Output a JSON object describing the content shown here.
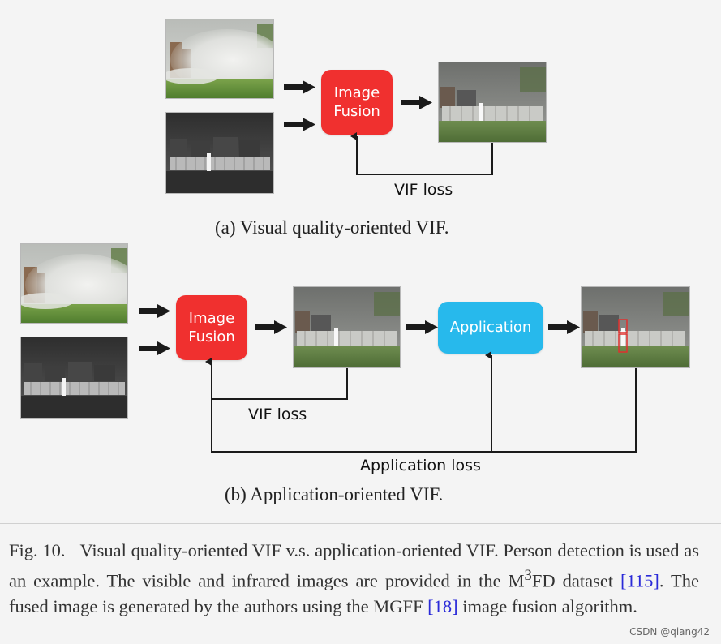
{
  "diagram_a": {
    "fusion_label_line1": "Image",
    "fusion_label_line2": "Fusion",
    "loss_label": "VIF loss",
    "subcaption": "(a) Visual quality-oriented VIF."
  },
  "diagram_b": {
    "fusion_label_line1": "Image",
    "fusion_label_line2": "Fusion",
    "application_label": "Application",
    "vif_loss_label": "VIF loss",
    "application_loss_label": "Application loss",
    "subcaption": "(b) Application-oriented VIF."
  },
  "caption": {
    "fig_label": "Fig. 10.",
    "text_1": "Visual quality-oriented VIF v.s. application-oriented VIF. Person detection is used as an example. The visible and infrared images are provided in the M",
    "superscript": "3",
    "text_2": "FD dataset ",
    "ref_1": "[115]",
    "text_3": ". The fused image is generated by the authors using the MGFF ",
    "ref_2": "[18]",
    "text_4": " image fusion algorithm."
  },
  "watermark": "CSDN @qiang42",
  "colors": {
    "fusion_box": "#f0302f",
    "application_box": "#27b9ec",
    "reference_link": "#2a2ad8",
    "arrow": "#1a1a1a"
  },
  "icons": {
    "visible_image": "visible-smoke-photo",
    "infrared_image": "infrared-grayscale-photo",
    "fused_image": "fused-photo",
    "detection_image": "detection-result-photo"
  }
}
